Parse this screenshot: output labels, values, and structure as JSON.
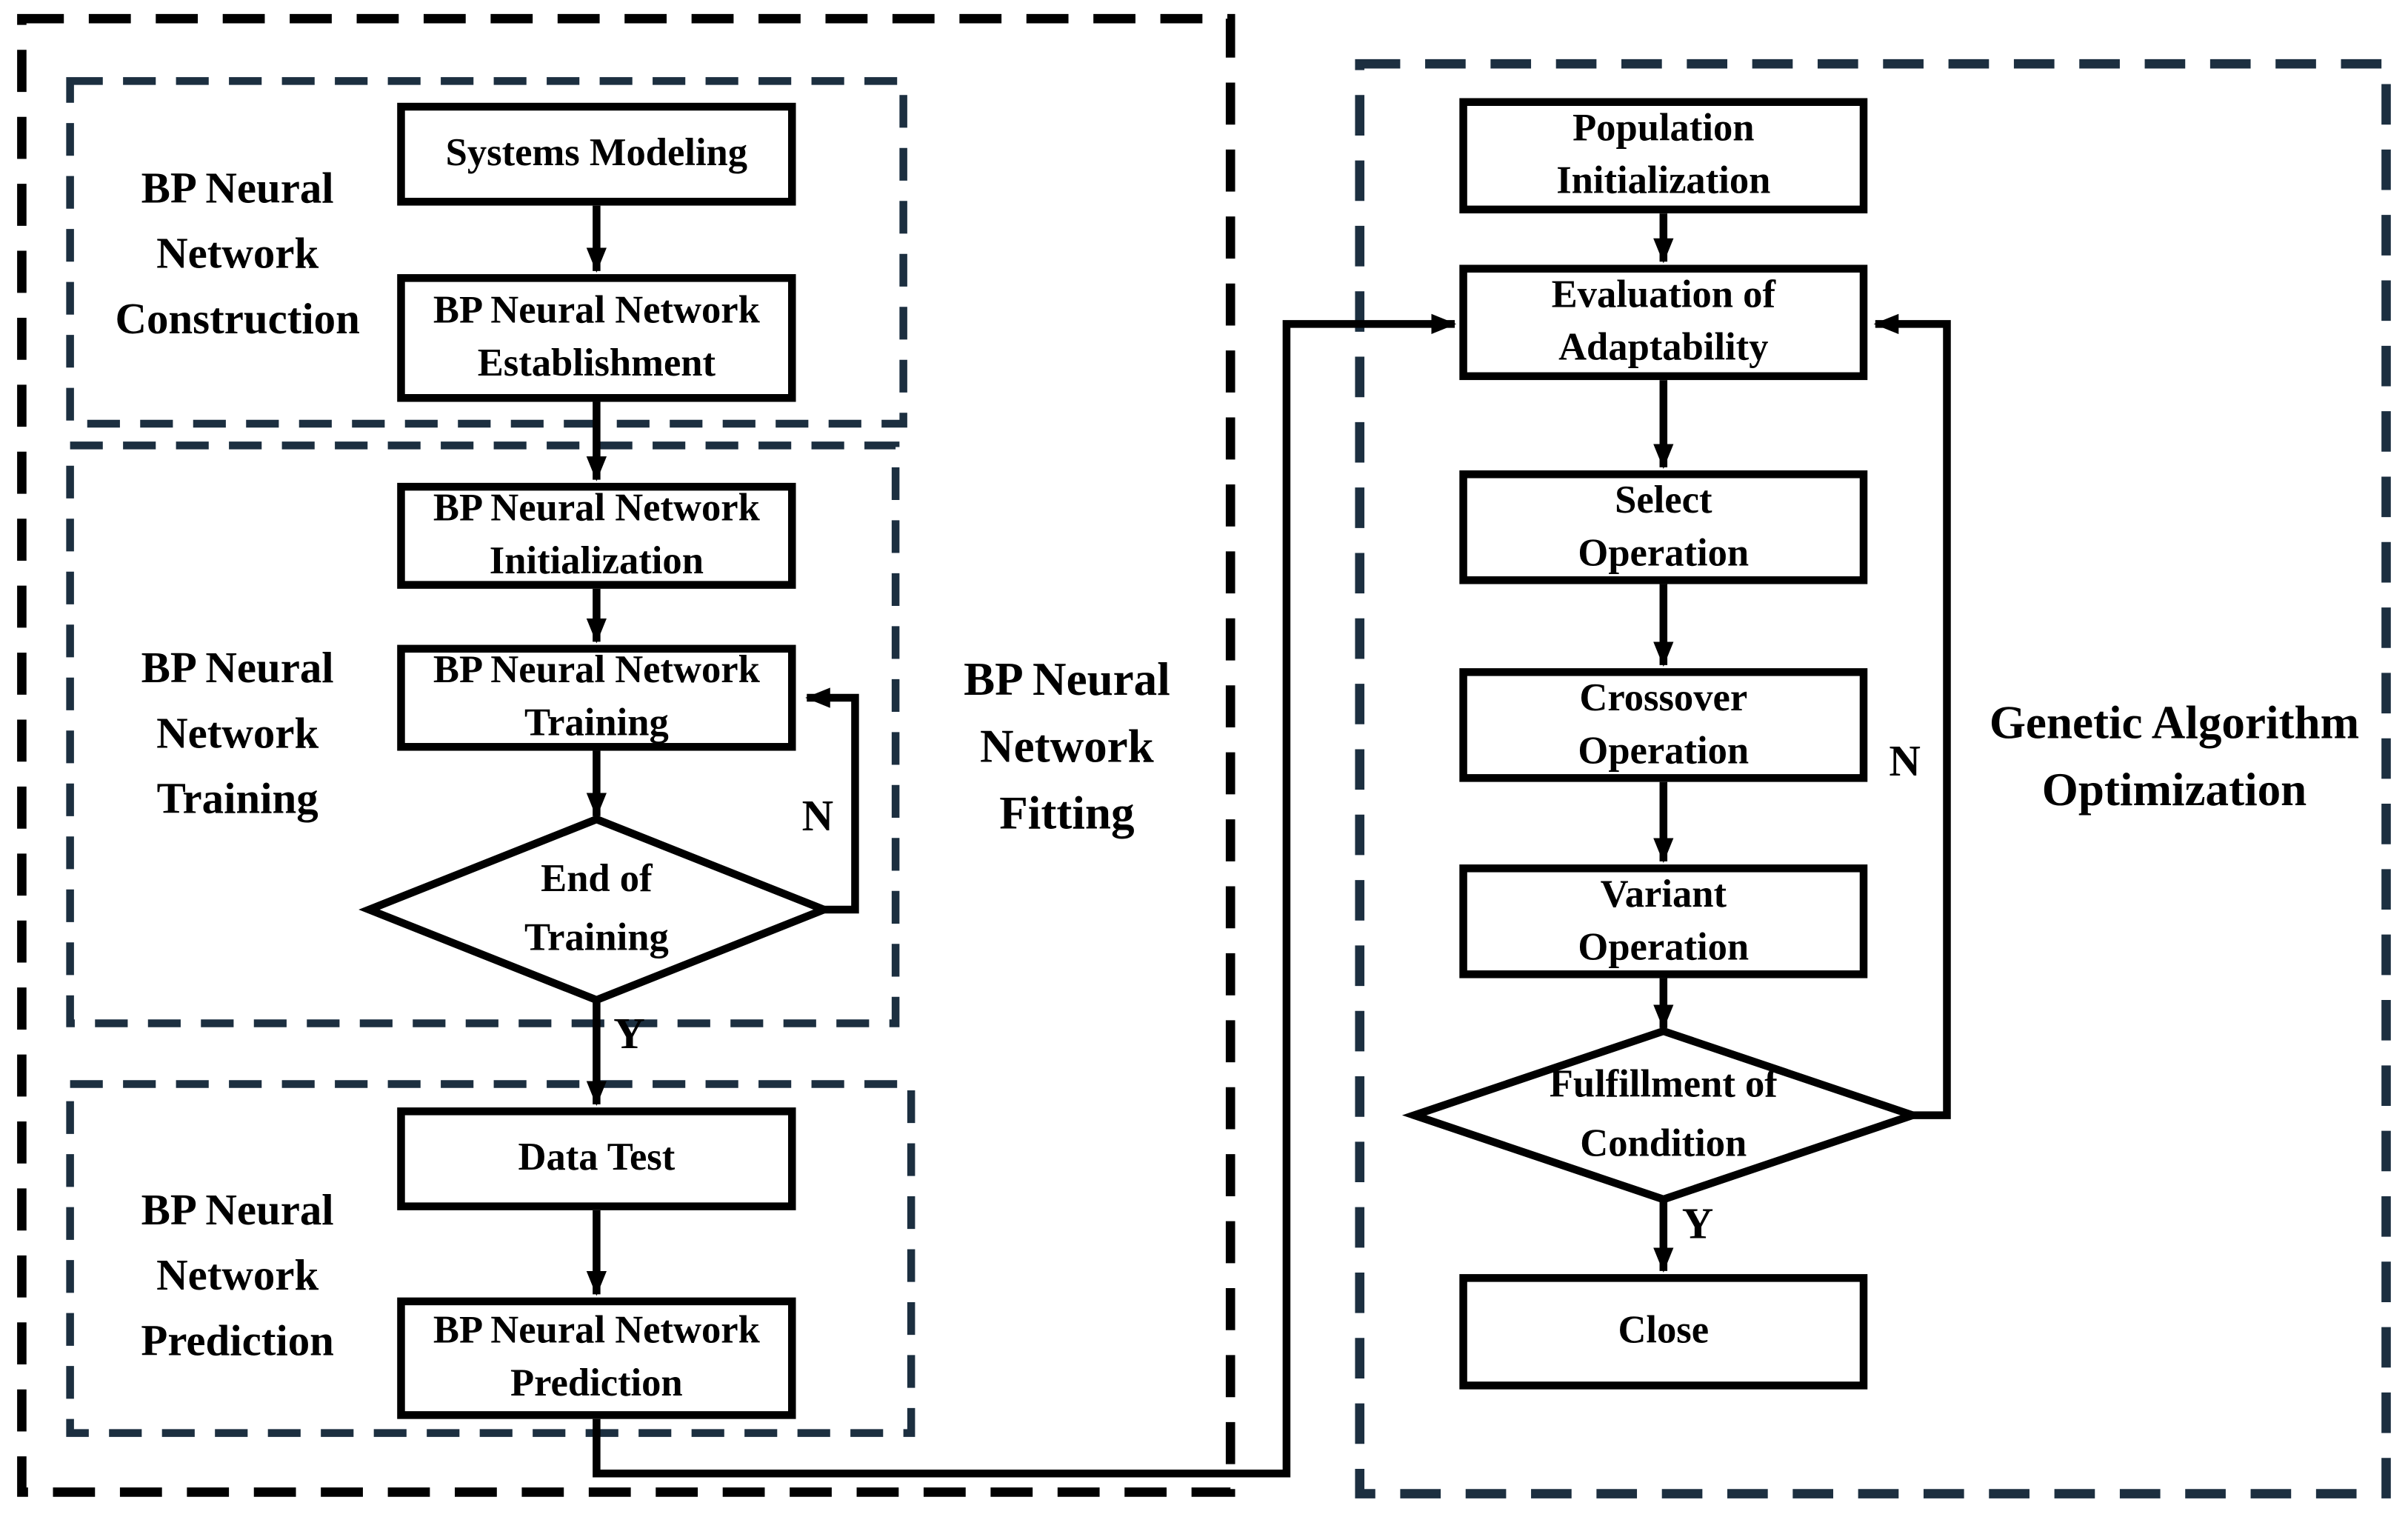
{
  "colors": {
    "line": "#000000",
    "dash_black": "#000000",
    "dash_navy": "#1c2f40",
    "node_fill": "#ffffff",
    "background": "#ffffff",
    "text": "#000000"
  },
  "left": {
    "region_label": {
      "l1": "BP Neural",
      "l2": "Network",
      "l3": "Fitting"
    },
    "construction": {
      "label": {
        "l1": "BP Neural",
        "l2": "Network",
        "l3": "Construction"
      },
      "systems_modeling": "Systems Modeling",
      "establishment": {
        "l1": "BP Neural Network",
        "l2": "Establishment"
      }
    },
    "training": {
      "label": {
        "l1": "BP Neural",
        "l2": "Network",
        "l3": "Training"
      },
      "initialization": {
        "l1": "BP Neural Network",
        "l2": "Initialization"
      },
      "training_box": {
        "l1": "BP Neural Network",
        "l2": "Training"
      },
      "end_diamond": {
        "l1": "End of",
        "l2": "Training"
      },
      "no_label": "N",
      "yes_label": "Y"
    },
    "prediction": {
      "label": {
        "l1": "BP Neural",
        "l2": "Network",
        "l3": "Prediction"
      },
      "data_test": "Data Test",
      "prediction_box": {
        "l1": "BP Neural Network",
        "l2": "Prediction"
      }
    }
  },
  "right": {
    "region_label": {
      "l1": "Genetic Algorithm",
      "l2": "Optimization"
    },
    "population": {
      "l1": "Population",
      "l2": "Initialization"
    },
    "evaluation": {
      "l1": "Evaluation of",
      "l2": "Adaptability"
    },
    "select": {
      "l1": "Select",
      "l2": "Operation"
    },
    "crossover": {
      "l1": "Crossover",
      "l2": "Operation"
    },
    "variant": {
      "l1": "Variant",
      "l2": "Operation"
    },
    "fulfillment": {
      "l1": "Fulfillment of",
      "l2": "Condition"
    },
    "close": "Close",
    "no_label": "N",
    "yes_label": "Y"
  }
}
